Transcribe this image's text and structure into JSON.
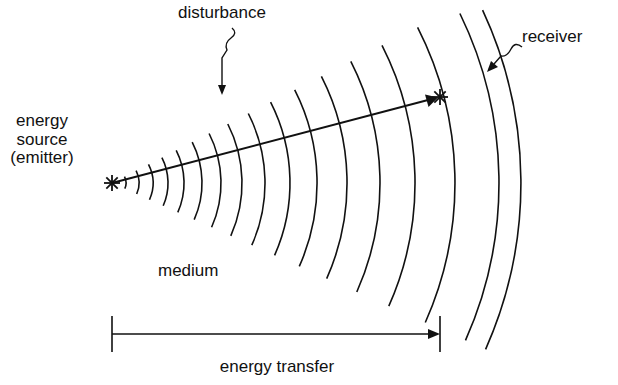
{
  "diagram": {
    "labels": [
      "disturbance",
      "receiver",
      "energy source (emitter)",
      "medium",
      "energy transfer"
    ]
  }
}
